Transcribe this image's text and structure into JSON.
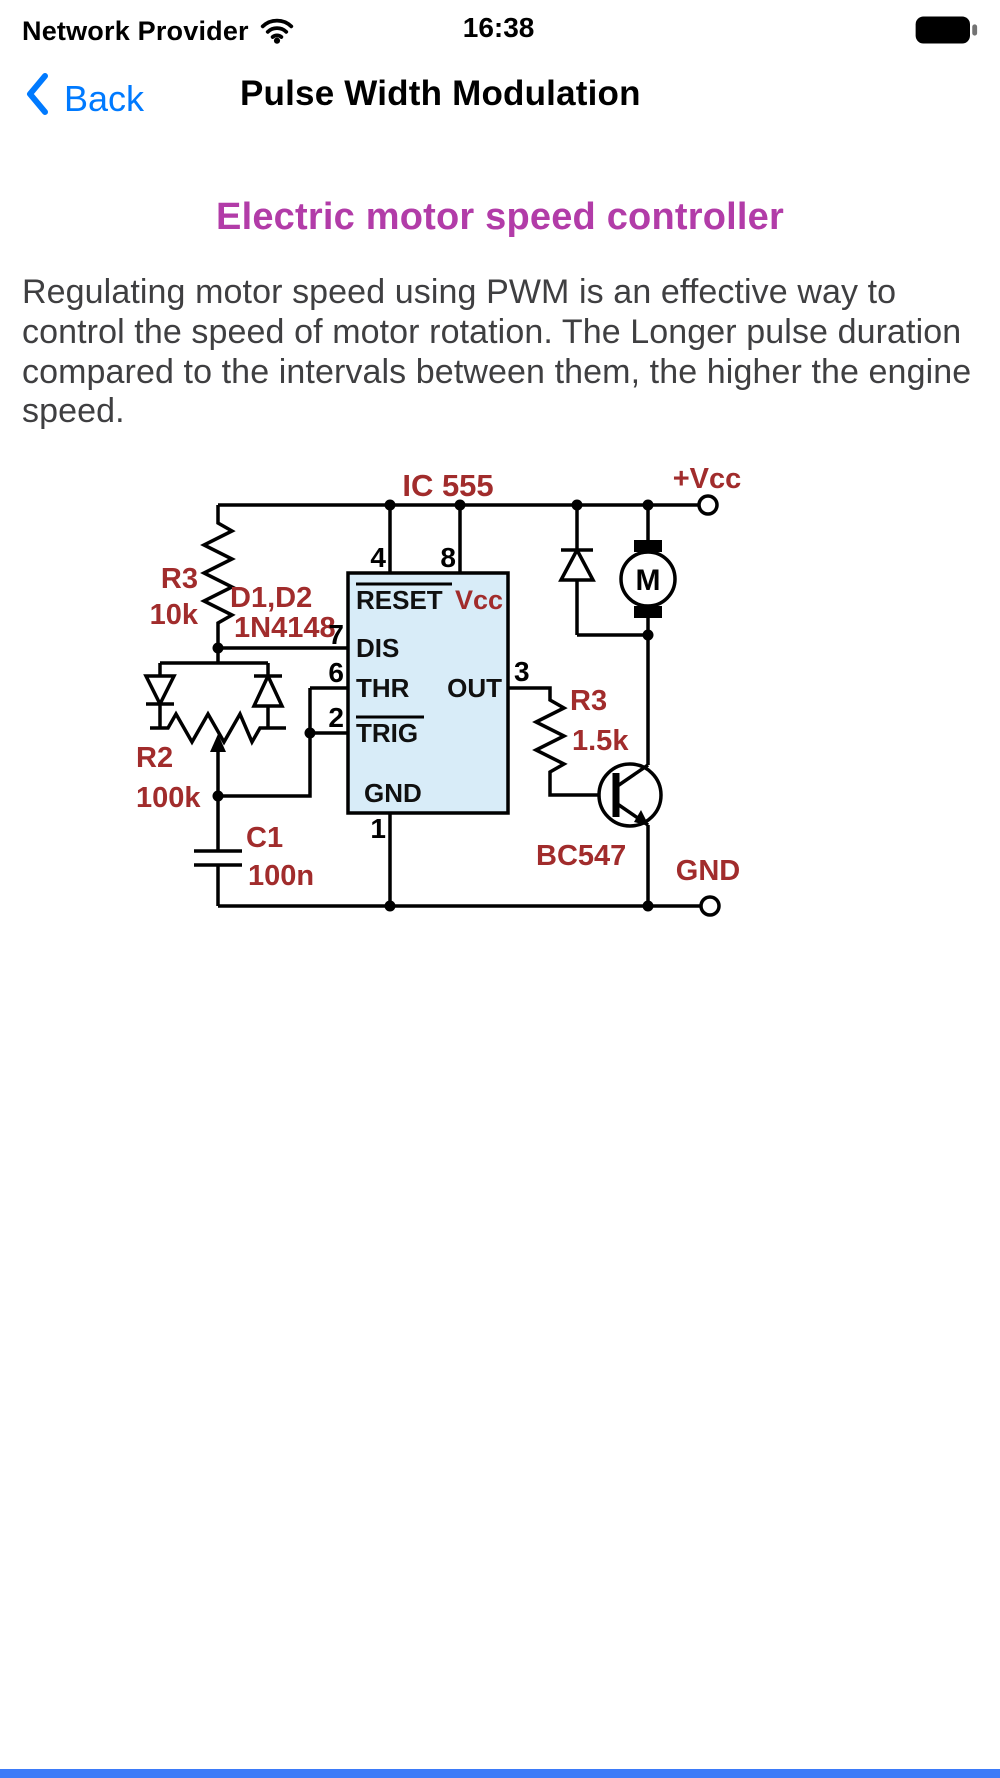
{
  "colors": {
    "accent-blue": "#007AFF",
    "heading-purple": "#B23CA8",
    "label-red": "#A12C2C",
    "ic-fill": "#D8ECF8",
    "bottom-bar-blue": "#3D7BF8",
    "body-text": "#3F3F41"
  },
  "status_bar": {
    "carrier": "Network Provider",
    "time": "16:38",
    "icons": {
      "wifi": "wifi-icon",
      "battery": "battery-full-icon"
    }
  },
  "nav_bar": {
    "back_label": "Back",
    "title": "Pulse Width Modulation",
    "icons": {
      "back": "chevron-left-icon"
    }
  },
  "article": {
    "heading": "Electric motor speed controller",
    "body": "Regulating motor speed using PWM is an effective way to control the speed of motor rotation. The Longer pulse duration compared to the intervals between them, the higher the engine speed."
  },
  "circuit": {
    "ic_title": "IC 555",
    "terminals": {
      "vcc": "+Vcc",
      "gnd": "GND"
    },
    "ic": {
      "reset": "RESET",
      "vcc": "Vcc",
      "dis": "DIS",
      "thr": "THR",
      "trig": "TRIG",
      "out": "OUT",
      "gnd": "GND"
    },
    "pins": {
      "p1": "1",
      "p2": "2",
      "p3": "3",
      "p4": "4",
      "p6": "6",
      "p7": "7",
      "p8": "8"
    },
    "components": {
      "r3_name": "R3",
      "r3_value": "10k",
      "diodes_name": "D1,D2",
      "diodes_part": "1N4148",
      "r2_name": "R2",
      "r2_value": "100k",
      "c1_name": "C1",
      "c1_value": "100n",
      "r4_name": "R3",
      "r4_value": "1.5k",
      "transistor": "BC547",
      "motor": "M"
    }
  }
}
